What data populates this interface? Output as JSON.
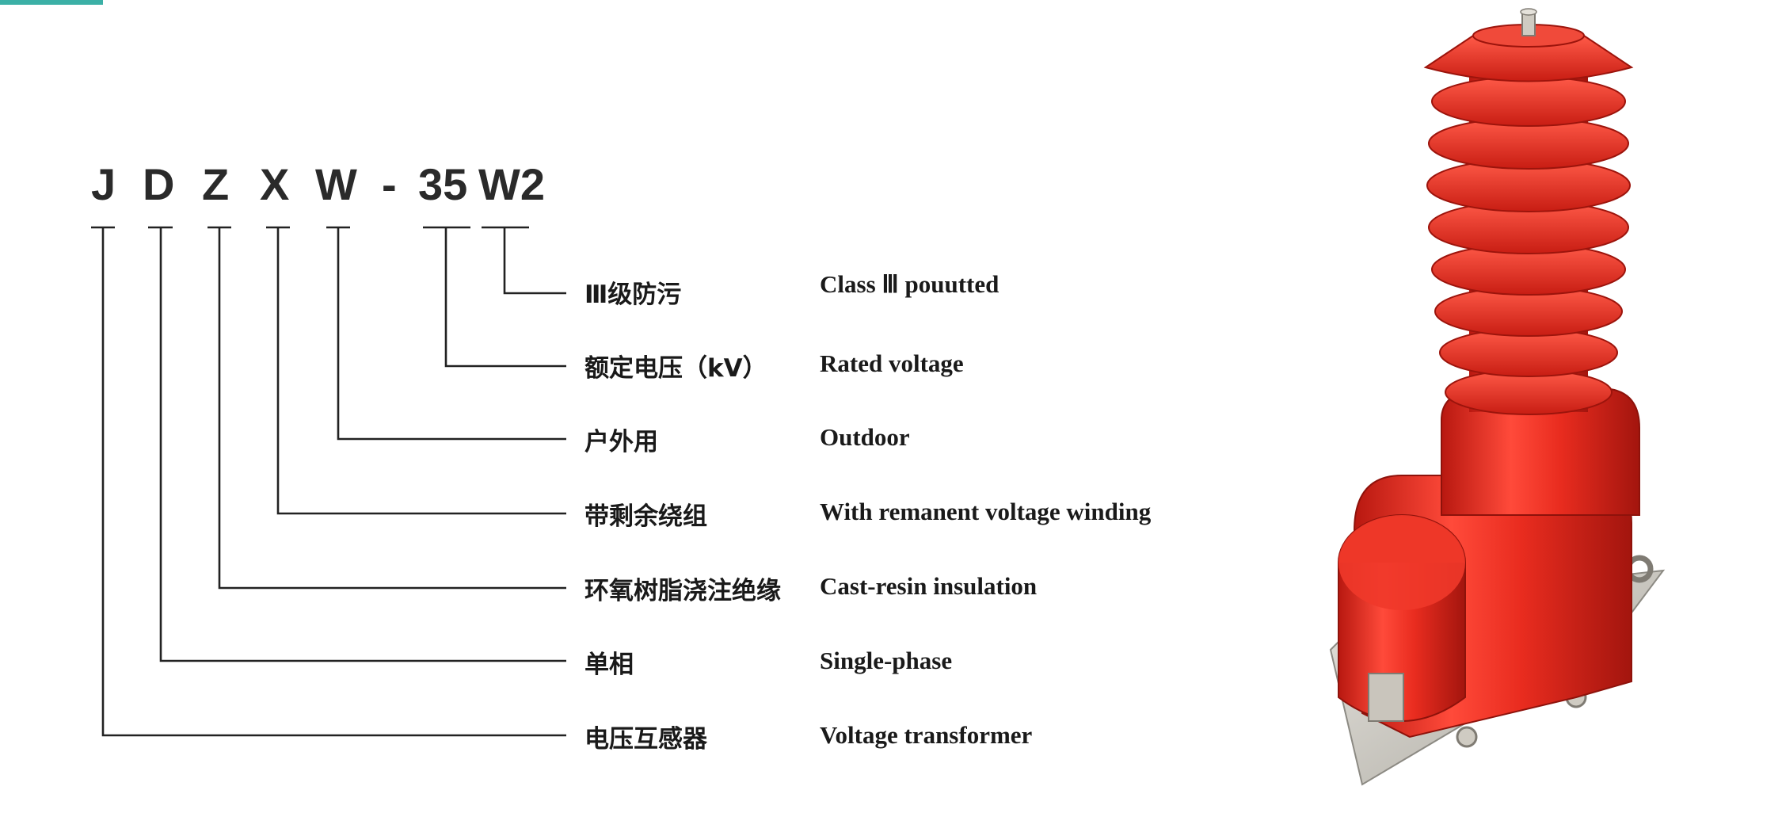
{
  "model_code": {
    "letters": [
      "J",
      "D",
      "Z",
      "X",
      "W",
      "-",
      "35",
      "W2"
    ]
  },
  "legend": [
    {
      "zh": "Ⅲ级防污",
      "en": "Class Ⅲ pouutted"
    },
    {
      "zh": "额定电压（kV）",
      "en": "Rated voltage"
    },
    {
      "zh": "户外用",
      "en": "Outdoor"
    },
    {
      "zh": "带剩余绕组",
      "en": "With remanent voltage winding"
    },
    {
      "zh": "环氧树脂浇注绝缘",
      "en": "Cast-resin insulation"
    },
    {
      "zh": "单相",
      "en": "Single-phase"
    },
    {
      "zh": "电压互感器",
      "en": "Voltage transformer"
    }
  ],
  "colors": {
    "accent_teal": "#3bb0a6",
    "insulator_red": "#e0261c",
    "text": "#1a1a1a",
    "lines": "#222222"
  },
  "image": {
    "subject": "red cast-resin outdoor voltage transformer"
  }
}
